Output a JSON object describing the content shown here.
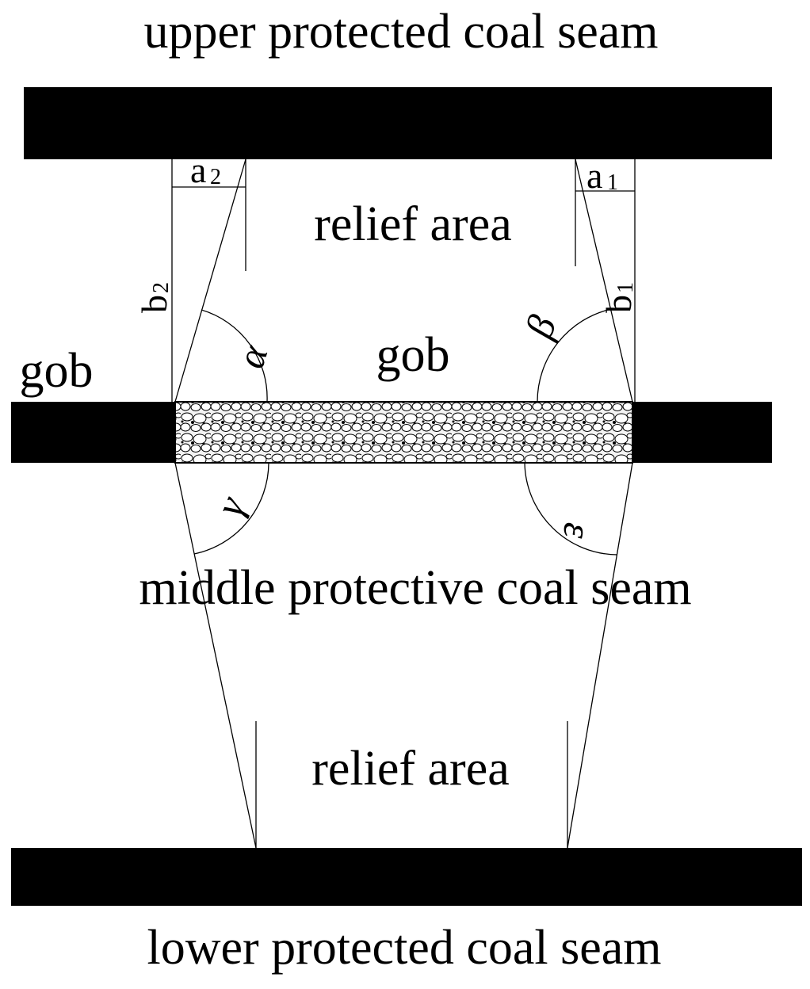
{
  "labels": {
    "upper_seam": "upper protected coal seam",
    "middle_seam": "middle protective coal seam",
    "lower_seam": "lower protected coal seam",
    "relief_area_upper": "relief area",
    "relief_area_lower": "relief area",
    "gob_center": "gob",
    "gob_left": "gob"
  },
  "dimensions": {
    "a1": "a",
    "a1_sub": "1",
    "a2": "a",
    "a2_sub": "2",
    "b1": "b",
    "b1_sub": "1",
    "b2": "b",
    "b2_sub": "2"
  },
  "angles": {
    "alpha": "α",
    "beta": "β",
    "gamma": "γ",
    "epsilon": "ε"
  },
  "colors": {
    "seam": "#000000",
    "background": "#ffffff",
    "gob_fill": "#f4f4f4"
  }
}
